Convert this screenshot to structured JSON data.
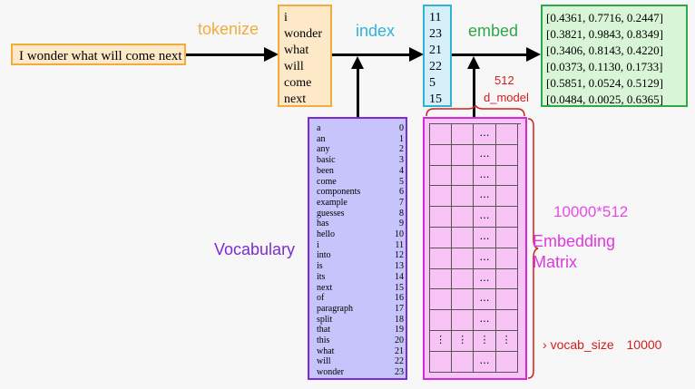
{
  "input": {
    "sentence": "I wonder what will come next"
  },
  "steps": {
    "tokenize": "tokenize",
    "index": "index",
    "embed": "embed"
  },
  "tokens": [
    "i",
    "wonder",
    "what",
    "will",
    "come",
    "next"
  ],
  "indices": [
    "11",
    "23",
    "21",
    "22",
    "5",
    "15"
  ],
  "embeddings": [
    "[0.4361, 0.7716, 0.2447]",
    "[0.3821, 0.9843, 0.8349]",
    "[0.3406, 0.8143, 0.4220]",
    "[0.0373, 0.1130, 0.1733]",
    "[0.5851, 0.0524, 0.5129]",
    "[0.0484, 0.0025, 0.6365]"
  ],
  "vocabulary": {
    "label": "Vocabulary",
    "entries": [
      {
        "word": "a",
        "idx": "0"
      },
      {
        "word": "an",
        "idx": "1"
      },
      {
        "word": "any",
        "idx": "2"
      },
      {
        "word": "basic",
        "idx": "3"
      },
      {
        "word": "been",
        "idx": "4"
      },
      {
        "word": "come",
        "idx": "5"
      },
      {
        "word": "components",
        "idx": "6"
      },
      {
        "word": "example",
        "idx": "7"
      },
      {
        "word": "guesses",
        "idx": "8"
      },
      {
        "word": "has",
        "idx": "9"
      },
      {
        "word": "hello",
        "idx": "10"
      },
      {
        "word": "i",
        "idx": "11"
      },
      {
        "word": "into",
        "idx": "12"
      },
      {
        "word": "is",
        "idx": "13"
      },
      {
        "word": "its",
        "idx": "14"
      },
      {
        "word": "next",
        "idx": "15"
      },
      {
        "word": "of",
        "idx": "16"
      },
      {
        "word": "paragraph",
        "idx": "17"
      },
      {
        "word": "split",
        "idx": "18"
      },
      {
        "word": "that",
        "idx": "19"
      },
      {
        "word": "this",
        "idx": "20"
      },
      {
        "word": "what",
        "idx": "21"
      },
      {
        "word": "will",
        "idx": "22"
      },
      {
        "word": "wonder",
        "idx": "23"
      }
    ]
  },
  "matrix": {
    "dim_label": "512",
    "dim_name": "d_model",
    "shape_label": "10000*512",
    "title": "Embedding Matrix",
    "vocab_size_label": "vocab_size",
    "vocab_size_value": "10000",
    "ellipsis": "…",
    "vertical_ellipsis": "⋮",
    "row_count": 12,
    "ellipsis_row": 10
  },
  "colors": {
    "tokenize": "#f0ad3c",
    "index": "#2fb3d8",
    "embed": "#2ea84b",
    "vocabulary": "#7b2bd6",
    "matrix": "#d329d6",
    "annotation": "#d01e1e"
  }
}
